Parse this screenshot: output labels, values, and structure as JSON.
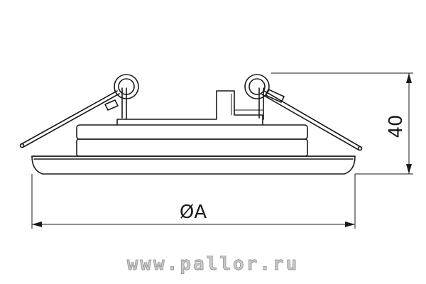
{
  "dimensions": {
    "diameter_label": "ØA",
    "height_label": "40"
  },
  "watermark": "www.pallor.ru",
  "colors": {
    "line": "#1a1a1a",
    "watermark_fill": "#c8c8c8",
    "watermark_stroke": "#8a8a8a"
  }
}
